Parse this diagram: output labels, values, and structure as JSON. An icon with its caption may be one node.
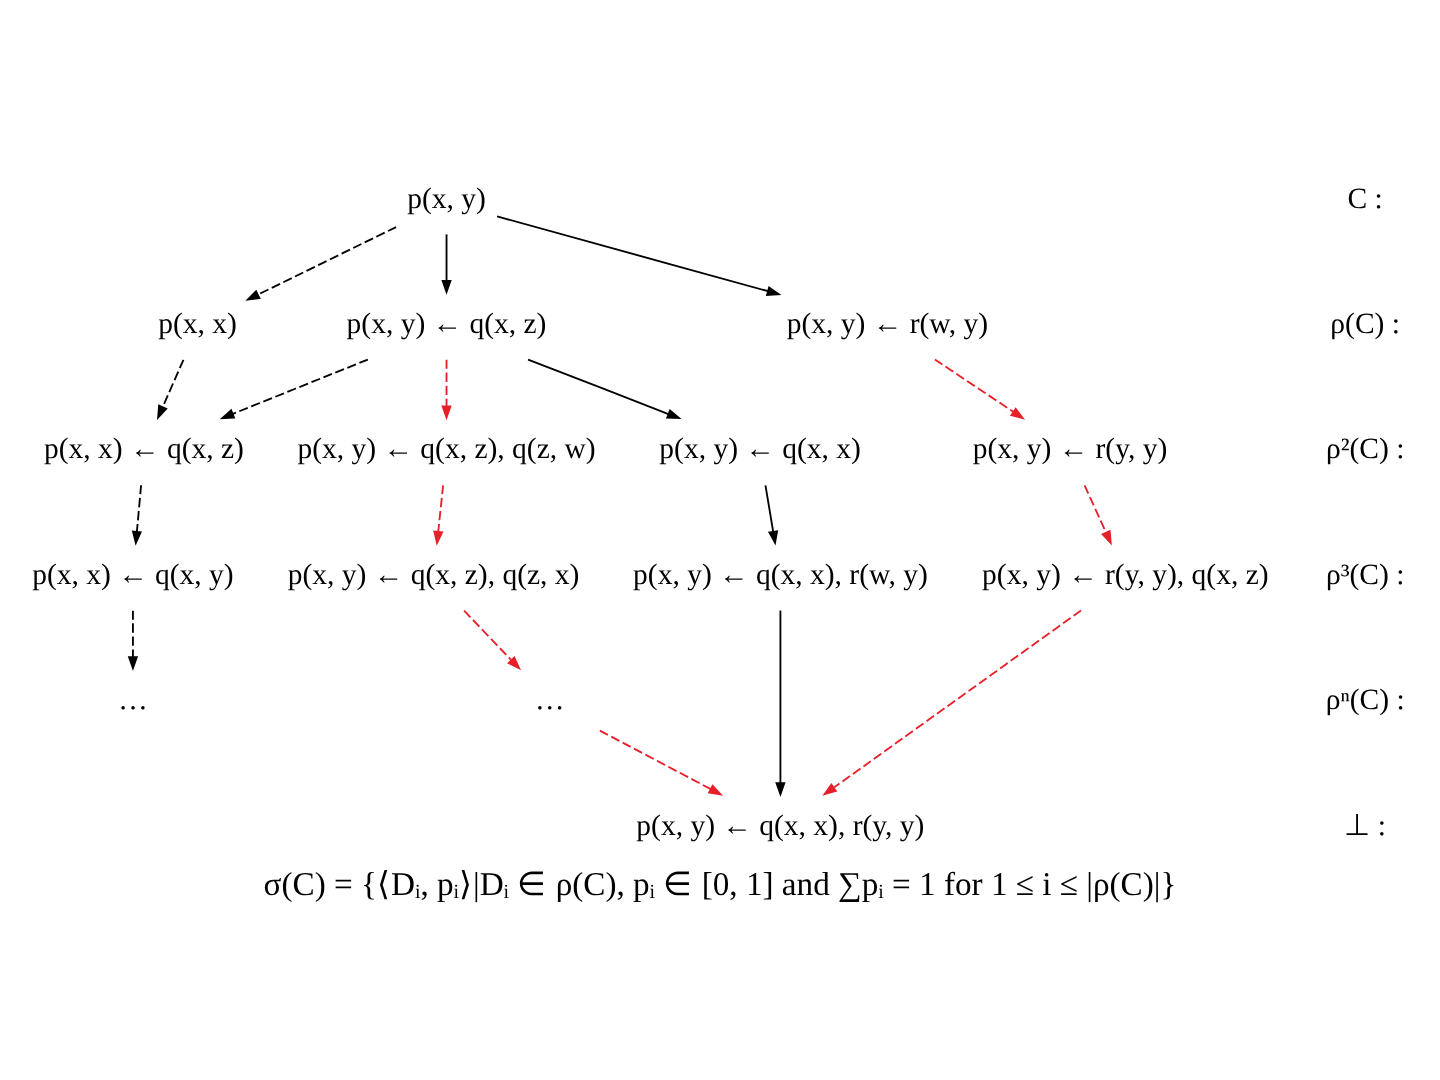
{
  "diagram": {
    "caption": "σ(C) = {⟨Dᵢ, pᵢ⟩|Dᵢ ∈ ρ(C), pᵢ ∈ [0, 1] and ∑pᵢ = 1 for 1 ≤ i ≤ |ρ(C)|}",
    "nodes": [
      {
        "text": [
          "p(x, y)"
        ]
      },
      {
        "text": [
          "p(x, x)"
        ]
      },
      {
        "text": [
          "p(x, y) ← q(x, z)"
        ]
      },
      {
        "text": [
          "p(x, y) ← r(w, y)"
        ]
      },
      {
        "text": [
          "p(x, x) ← q(x, z)"
        ]
      },
      {
        "text": [
          "p(x, y) ← q(x, z), q(z, w)"
        ]
      },
      {
        "text": [
          "p(x, y) ← q(x, x)"
        ]
      },
      {
        "text": [
          "p(x, y) ← r(y, y)"
        ]
      },
      {
        "text": [
          "p(x, x) ← q(x, y)"
        ]
      },
      {
        "text": [
          "p(x, y) ← q(x, z), q(z, x)"
        ]
      },
      {
        "text": [
          "p(x, y) ← q(x, x), r(w, y)"
        ]
      },
      {
        "text": [
          "p(x, y) ← r(y, y), q(x, z)"
        ]
      },
      {
        "text": [
          "…"
        ]
      },
      {
        "text": [
          "…"
        ]
      },
      {
        "text": [
          "p(x, y) ← q(x, x), r(y, y)"
        ]
      }
    ],
    "edges": [
      {
        "from": 0,
        "to": 1,
        "arrow": "to",
        "style": "dashed"
      },
      {
        "from": 0,
        "to": 2,
        "arrow": "to"
      },
      {
        "from": 0,
        "to": 3,
        "arrow": "to"
      },
      {
        "from": 1,
        "to": 4,
        "arrow": "to",
        "style": "dashed"
      },
      {
        "from": 2,
        "to": 4,
        "arrow": "to",
        "style": "dashed"
      },
      {
        "from": 2,
        "to": 5,
        "arrow": "to",
        "style": "dashed",
        "color": "#e8202a"
      },
      {
        "from": 2,
        "to": 6,
        "arrow": "to"
      },
      {
        "from": 3,
        "to": 7,
        "arrow": "to",
        "style": "dashed",
        "color": "#e8202a"
      },
      {
        "from": 4,
        "to": 8,
        "arrow": "to",
        "style": "dashed"
      },
      {
        "from": 5,
        "to": 9,
        "arrow": "to",
        "style": "dashed",
        "color": "#e8202a"
      },
      {
        "from": 6,
        "to": 10,
        "arrow": "to"
      },
      {
        "from": 7,
        "to": 11,
        "arrow": "to",
        "style": "dashed",
        "color": "#e8202a"
      },
      {
        "from": 8,
        "to": 12,
        "arrow": "to",
        "style": "dashed"
      },
      {
        "from": 9,
        "to": 13,
        "arrow": "to",
        "style": "dashed",
        "color": "#e8202a"
      },
      {
        "from": 13,
        "to": 14,
        "arrow": "to",
        "style": "dashed",
        "color": "#e8202a"
      },
      {
        "from": 10,
        "to": 14,
        "arrow": "to"
      },
      {
        "from": 11,
        "to": 14,
        "arrow": "to",
        "style": "dashed",
        "color": "#e8202a"
      }
    ],
    "labels": [
      "C :",
      "ρ(C) :",
      "ρ²(C) :",
      "ρ³(C) :",
      "ρⁿ(C) :",
      "⊥ :"
    ]
  }
}
